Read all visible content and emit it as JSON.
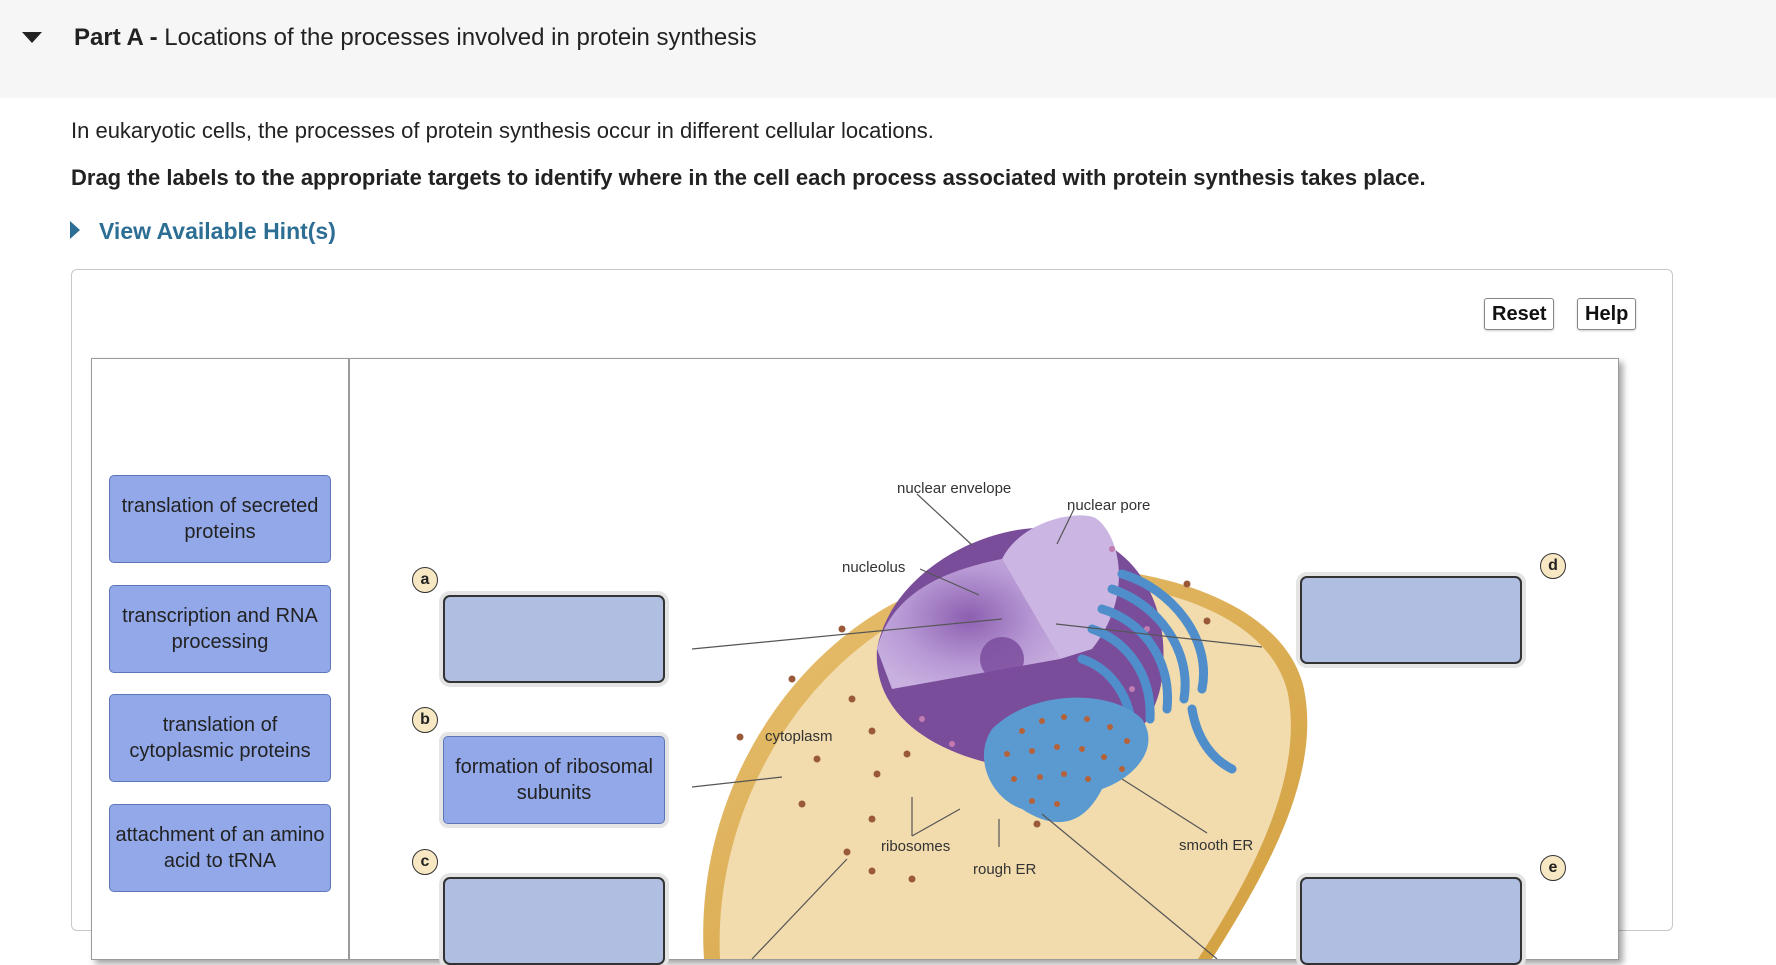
{
  "part": {
    "prefix": "Part A -",
    "title": "Locations of the processes involved in protein synthesis"
  },
  "intro_text": "In eukaryotic cells, the processes of protein synthesis occur in different cellular locations.",
  "instruction_text": "Drag the labels to the appropriate targets to identify where in the cell each process associated with protein synthesis takes place.",
  "hint_label": "View Available Hint(s)",
  "toolbar": {
    "reset_label": "Reset",
    "help_label": "Help"
  },
  "label_bank": [
    "translation of secreted proteins",
    "transcription and RNA processing",
    "translation of cytoplasmic proteins",
    "attachment of an amino acid to tRNA"
  ],
  "targets": {
    "a": {
      "letter": "a",
      "label": ""
    },
    "b": {
      "letter": "b",
      "label": "formation of ribosomal subunits"
    },
    "c": {
      "letter": "c",
      "label": ""
    },
    "d": {
      "letter": "d",
      "label": ""
    },
    "e": {
      "letter": "e",
      "label": ""
    }
  },
  "diagram_labels": {
    "nuclear_envelope": "nuclear envelope",
    "nuclear_pore": "nuclear pore",
    "nucleolus": "nucleolus",
    "cytoplasm": "cytoplasm",
    "ribosomes": "ribosomes",
    "rough_er": "rough ER",
    "smooth_er": "smooth ER"
  },
  "colors": {
    "header_bg": "#f6f6f6",
    "link": "#2d6e95",
    "chip": "#92a8e8",
    "target": "#b0bee2",
    "letter_badge": "#f7e7c3",
    "nucleus": "#8a5aa8",
    "er": "#5a9ad0",
    "cytoplasm": "#f2dcae"
  }
}
